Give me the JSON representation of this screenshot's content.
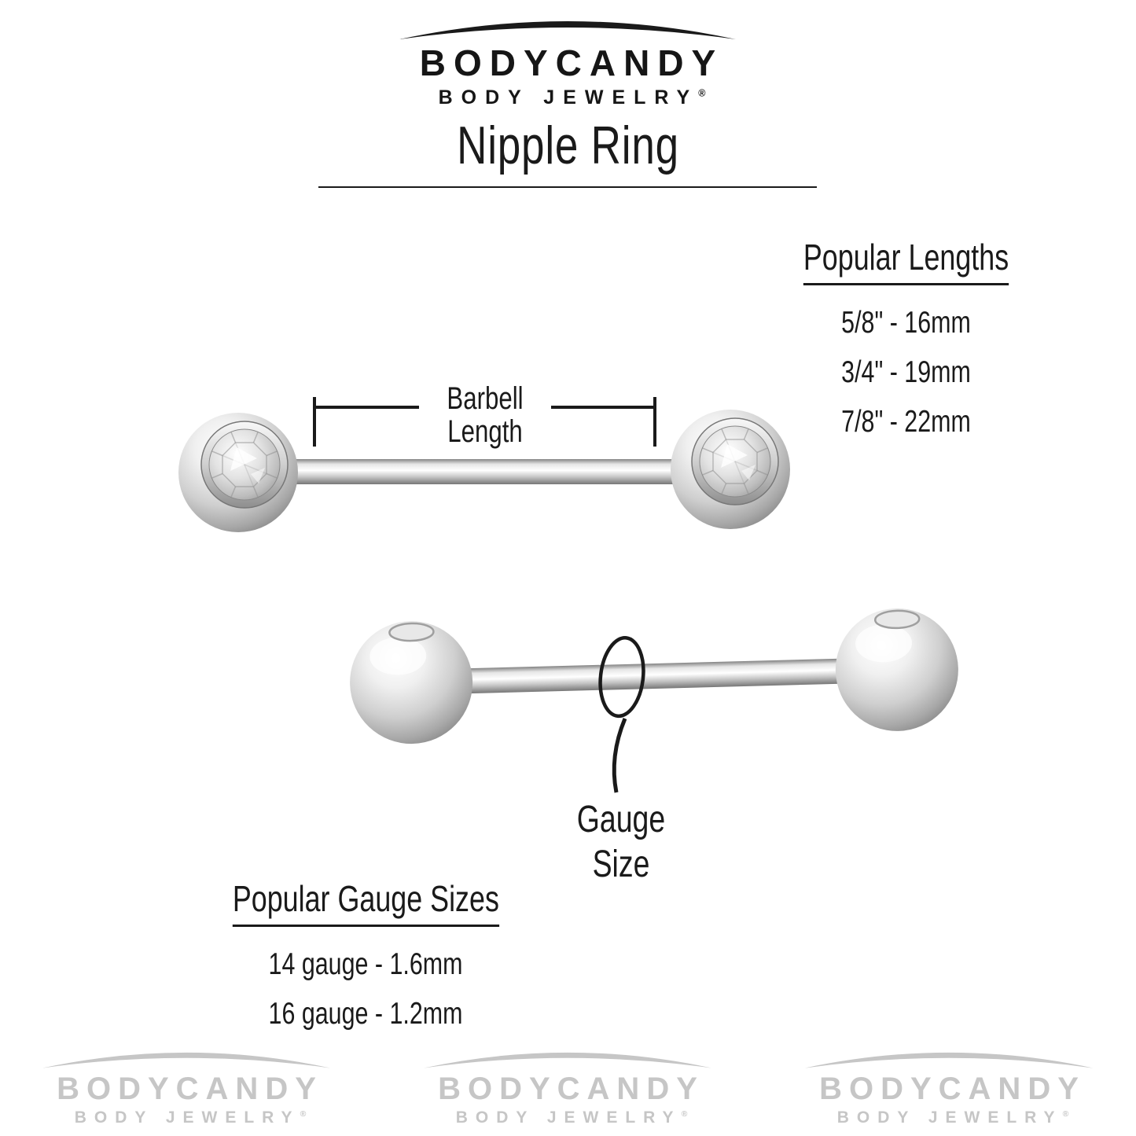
{
  "brand": {
    "name": "BODYCANDY",
    "tagline": "BODY JEWELRY",
    "registered": "®"
  },
  "page": {
    "title": "Nipple Ring"
  },
  "popular_lengths": {
    "heading": "Popular Lengths",
    "items": [
      "5/8\" - 16mm",
      "3/4\" - 19mm",
      "7/8\" - 22mm"
    ]
  },
  "labels": {
    "barbell_length": [
      "Barbell",
      "Length"
    ],
    "gauge_size": [
      "Gauge",
      "Size"
    ]
  },
  "popular_gauge_sizes": {
    "heading": "Popular Gauge Sizes",
    "items": [
      "14 gauge - 1.6mm",
      "16 gauge - 1.2mm"
    ]
  },
  "colors": {
    "ink": "#1a1a1a",
    "watermark": "#c6c6c6",
    "silver": "#c9c9c9"
  }
}
